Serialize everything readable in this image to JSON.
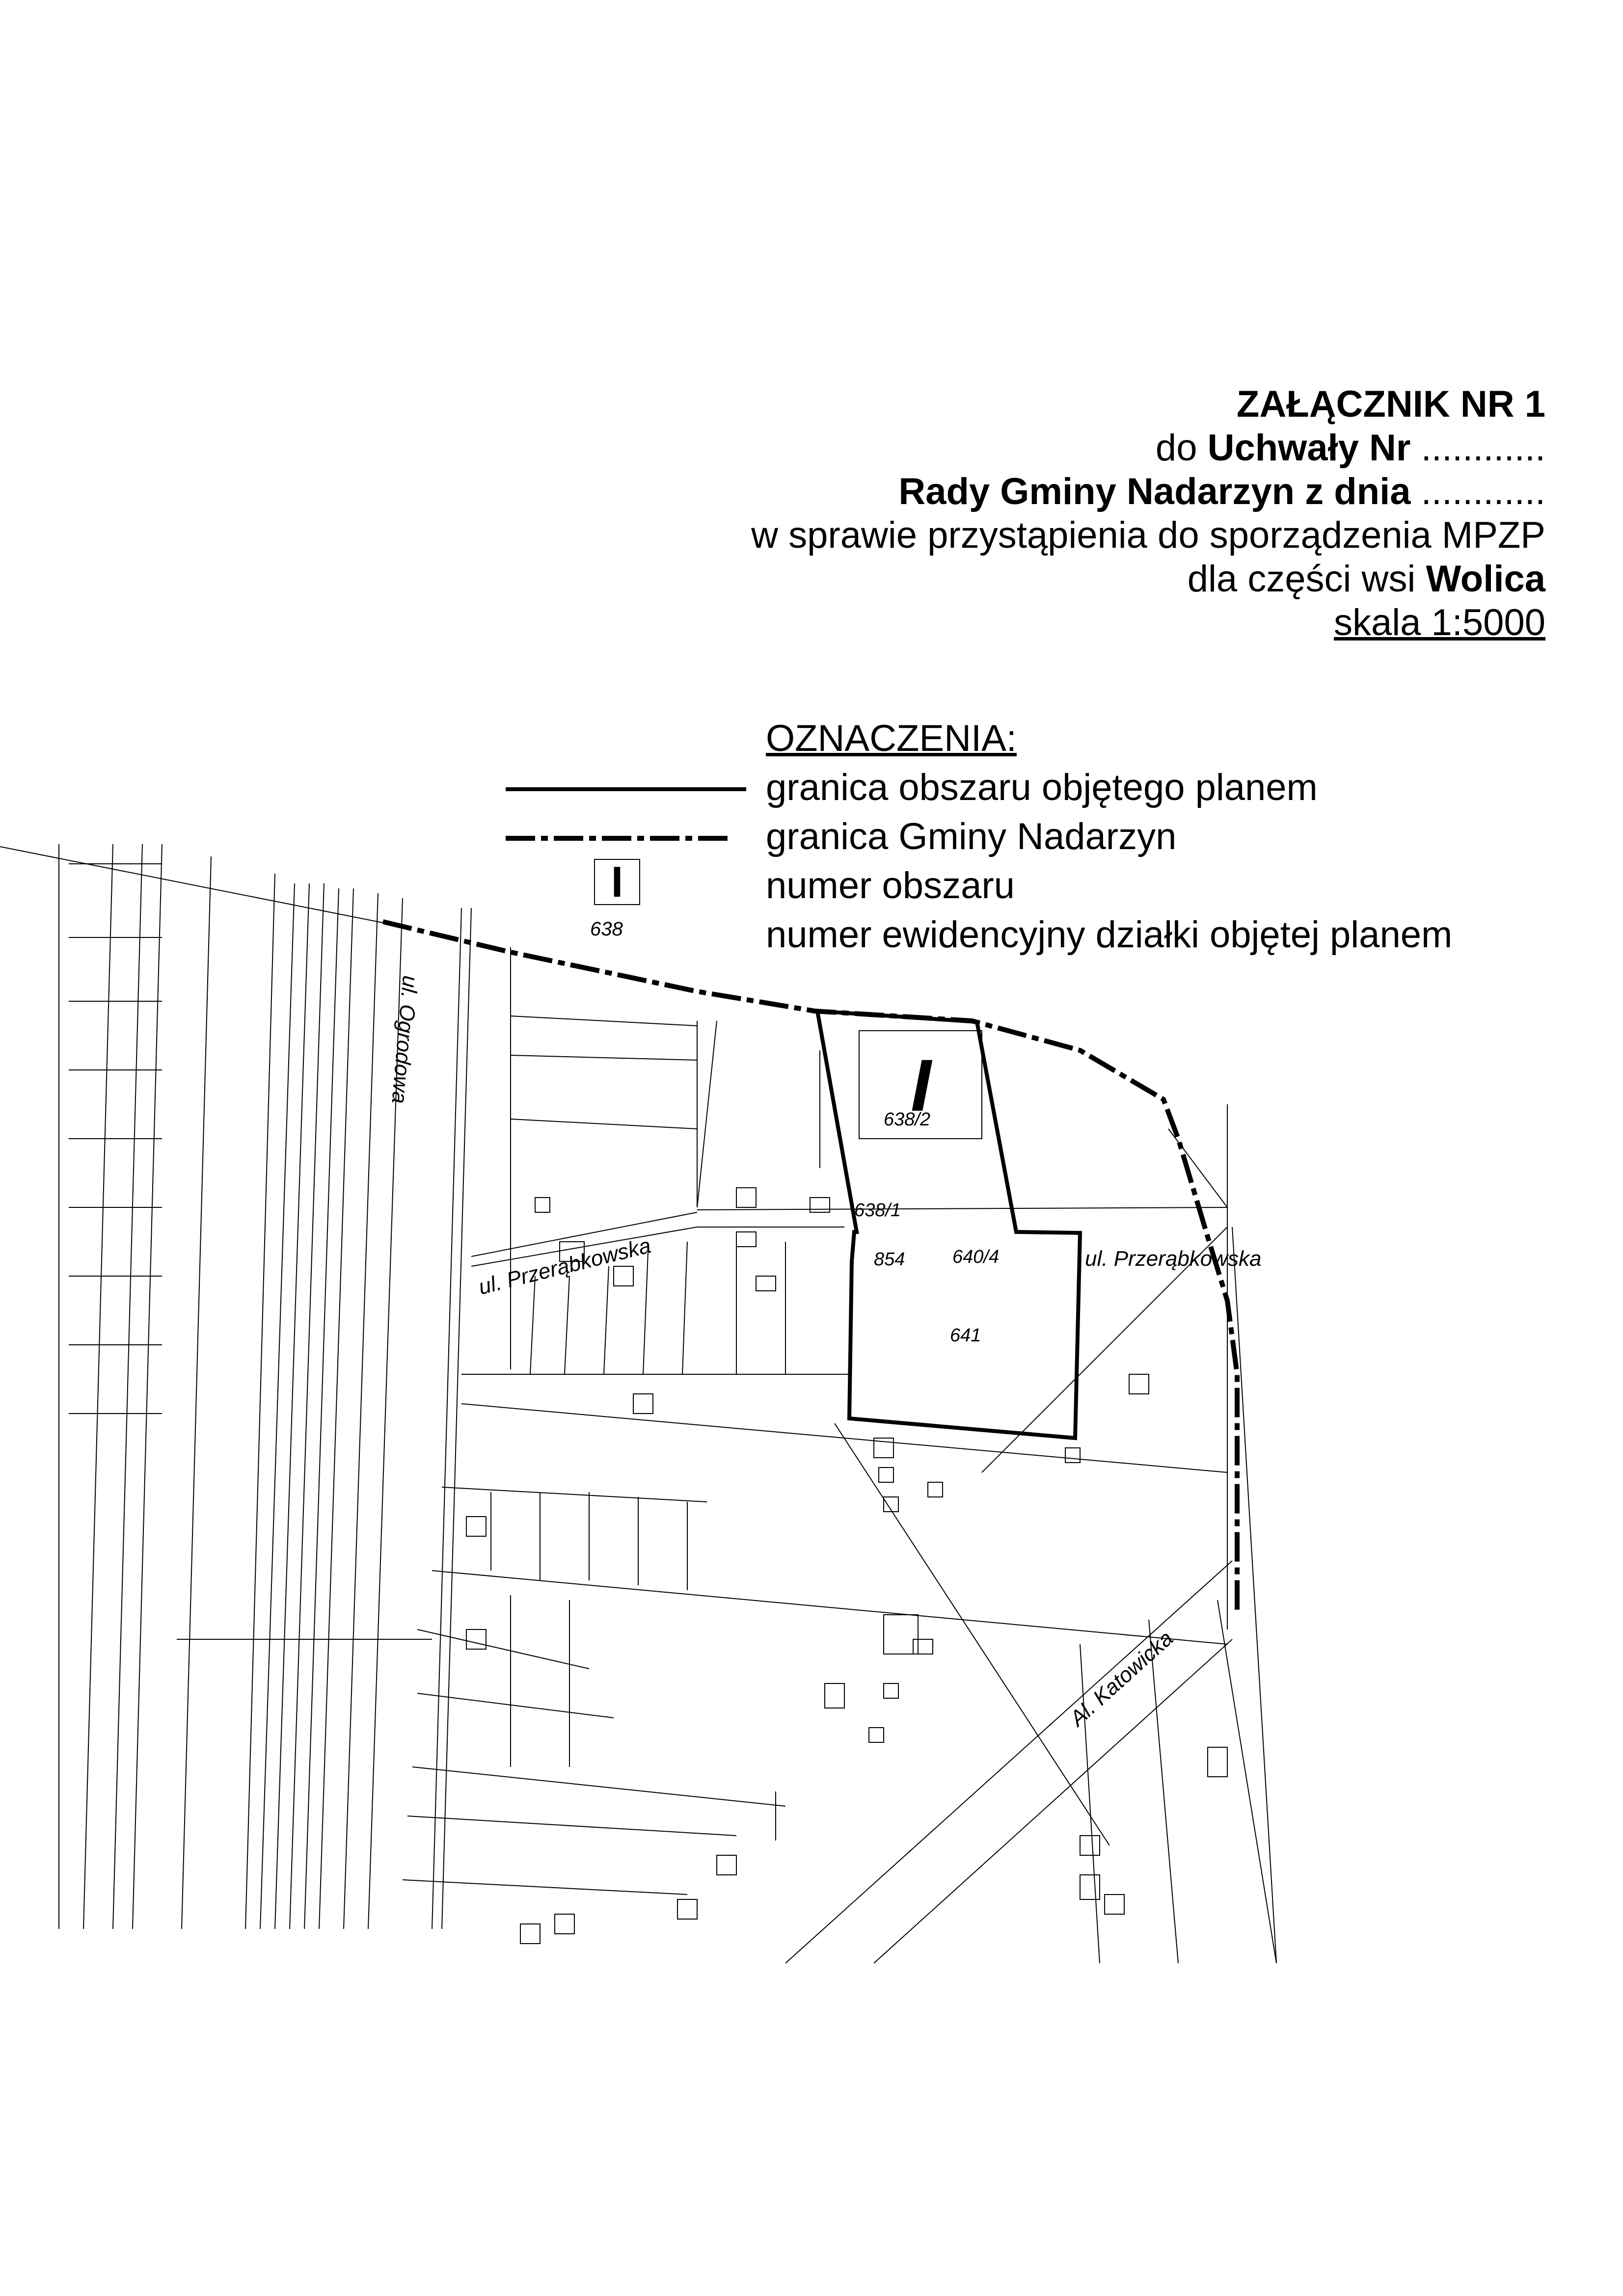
{
  "header": {
    "line1": "ZAŁĄCZNIK NR 1",
    "line2_prefix": "do ",
    "line2_bold": "Uchwały Nr",
    "line2_suffix": " ............",
    "line3_bold": "Rady Gminy Nadarzyn z dnia",
    "line3_suffix": " ............",
    "line4": "w sprawie przystąpienia do sporządzenia MPZP",
    "line5_prefix": "dla części wsi ",
    "line5_bold": "Wolica",
    "line6": "skala 1:5000"
  },
  "legend": {
    "title": "OZNACZENIA:",
    "items": [
      {
        "label": "granica obszaru objętego planem"
      },
      {
        "label": "granica Gminy Nadarzyn"
      },
      {
        "label": "numer obszaru",
        "symbol_text": "I"
      },
      {
        "label": "numer ewidencyjny działki objętej planem",
        "symbol_text": "638"
      }
    ]
  },
  "map": {
    "area_number": "I",
    "parcels": {
      "p638_2": "638/2",
      "p638_1": "638/1",
      "p854": "854",
      "p640_4": "640/4",
      "p641": "641"
    },
    "streets": {
      "ogrodowa": "ul. Ogrodowa",
      "przerabkowska_west": "ul. Przerąbkowska",
      "przerabkowska_east": "ul. Przerąbkowska",
      "katowicka": "Al. Katowicka"
    }
  }
}
